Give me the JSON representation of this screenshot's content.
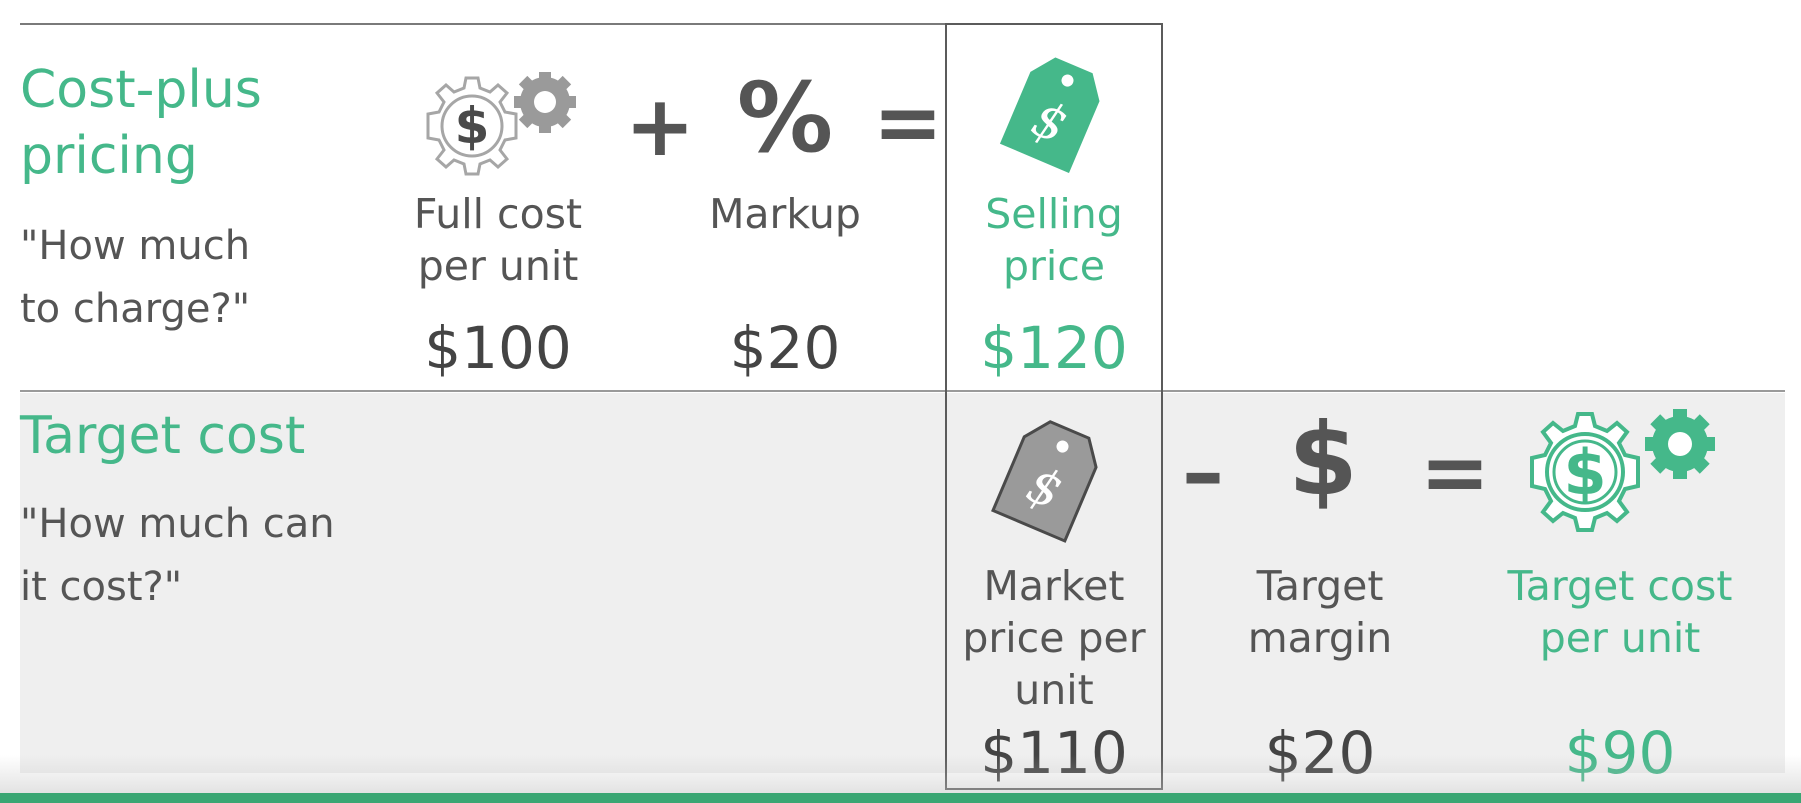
{
  "cost_plus": {
    "title_line1": "Cost-plus",
    "title_line2": "pricing",
    "question_line1": "\"How much",
    "question_line2": "to charge?\"",
    "full_cost_label": "Full cost per unit",
    "full_cost_value": "$100",
    "plus_operator": "+",
    "markup_symbol": "%",
    "markup_label": "Markup",
    "markup_value": "$20",
    "equals_operator": "=",
    "selling_price_label": "Selling price",
    "selling_price_value": "$120",
    "tag_symbol": "$",
    "gear_symbol": "$"
  },
  "target_cost": {
    "title": "Target cost",
    "question_line1": "\"How much can",
    "question_line2": "it cost?\"",
    "market_price_label": "Market price per unit",
    "market_price_value": "$110",
    "minus_operator": "–",
    "margin_symbol": "$",
    "target_margin_label": "Target margin",
    "target_margin_value": "$20",
    "equals_operator": "=",
    "target_cost_label": "Target cost per unit",
    "target_cost_value": "$90",
    "tag_symbol": "$",
    "gear_symbol": "$"
  },
  "colors": {
    "accent_green": "#45b88a",
    "text_gray": "#555555",
    "icon_gray": "#9a9a9a",
    "band_gray": "#efefef"
  },
  "icons": [
    "gear-dollar-icon",
    "price-tag-icon",
    "percent-icon",
    "dollar-icon"
  ]
}
